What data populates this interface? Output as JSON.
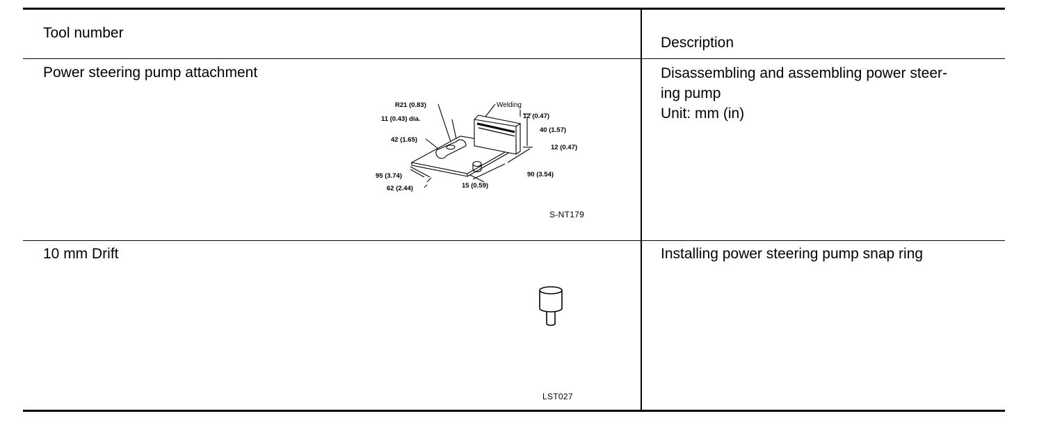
{
  "table": {
    "header": {
      "tool_number": "Tool number",
      "description": "Description"
    },
    "rows": [
      {
        "tool": "Power steering pump attachment",
        "description_lines": [
          "Disassembling and assembling power steer-",
          "ing pump",
          "Unit: mm (in)"
        ],
        "figure": {
          "code": "S-NT179",
          "callouts": {
            "r21": "R21 (0.83)",
            "dia": "11 (0.43) dia.",
            "welding": "Welding",
            "d42": "42 (1.65)",
            "d12a": "12 (0.47)",
            "d40": "40 (1.57)",
            "d12b": "12 (0.47)",
            "d95": "95 (3.74)",
            "d62": "62 (2.44)",
            "d15": "15 (0.59)",
            "d90": "90 (3.54)"
          }
        }
      },
      {
        "tool": "10 mm Drift",
        "description_lines": [
          "Installing power steering pump snap ring"
        ],
        "figure": {
          "code": "LST027"
        }
      }
    ]
  }
}
